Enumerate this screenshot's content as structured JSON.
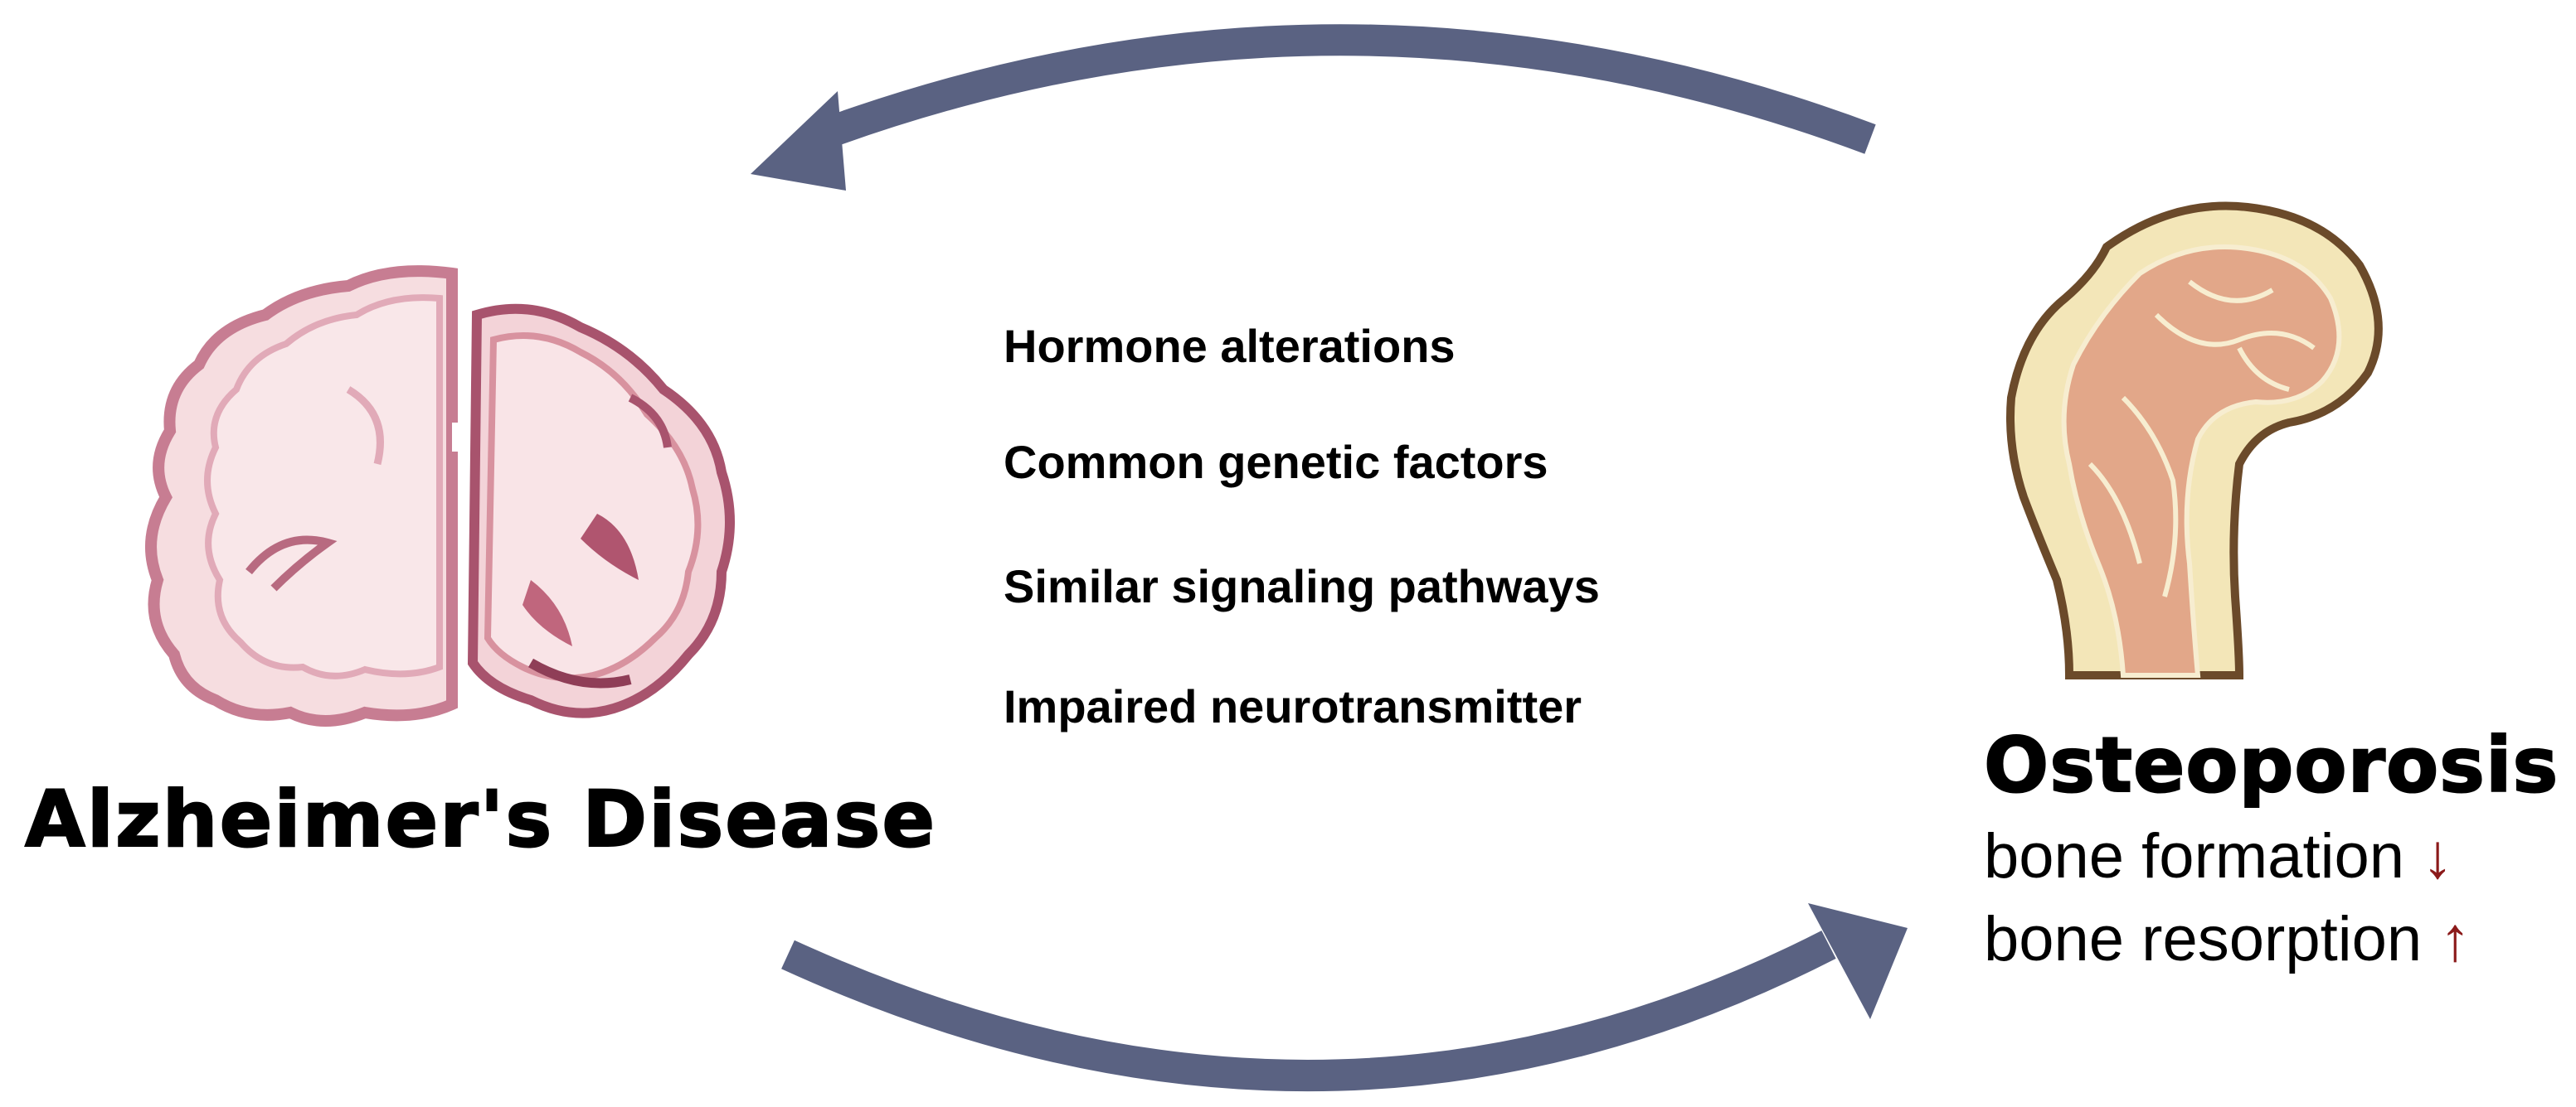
{
  "diagram": {
    "factors": [
      "Hormone alterations",
      "Common genetic factors",
      "Similar signaling pathways",
      "Impaired neurotransmitter"
    ],
    "left_disease": "Alzheimer's Disease",
    "right_disease": "Osteoporosis",
    "effects": [
      {
        "label": "bone formation",
        "direction": "↓"
      },
      {
        "label": "bone resorption",
        "direction": "↑"
      }
    ],
    "colors": {
      "arrow": "#5a6282",
      "effect_arrow": "#8b1a1a",
      "brain_outline": "#c77d92",
      "brain_fill": "#f6dde0",
      "bone_cortex": "#f3e6b8",
      "bone_marrow": "#e2a789",
      "bone_outline": "#6b4a2a"
    }
  }
}
